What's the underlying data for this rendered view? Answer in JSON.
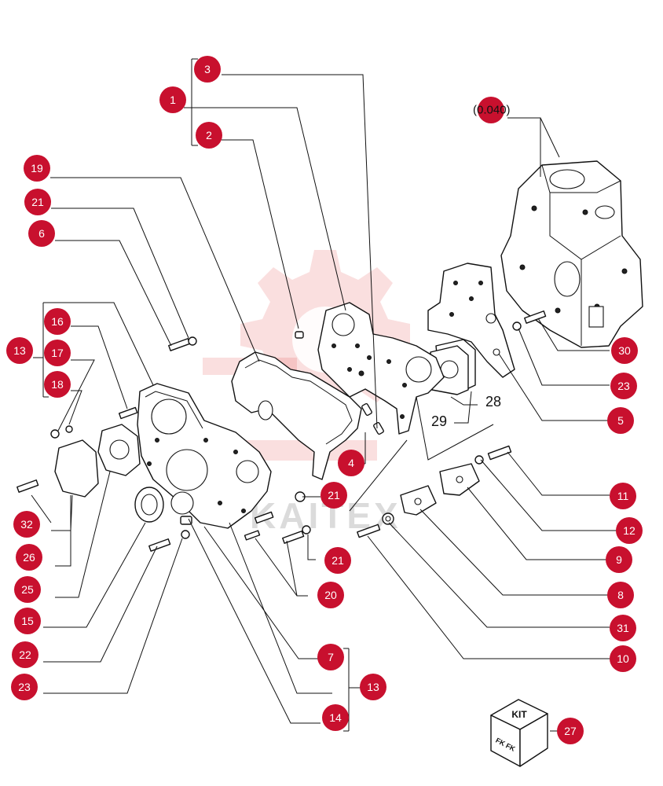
{
  "diagram": {
    "watermark": "KAITEX",
    "reference_label": "(0.040)",
    "kit_label": "KIT",
    "kit_side_mark": "FK FK",
    "callouts": [
      {
        "id": "c1",
        "label": "1"
      },
      {
        "id": "c2",
        "label": "2"
      },
      {
        "id": "c3",
        "label": "3"
      },
      {
        "id": "c4",
        "label": "4"
      },
      {
        "id": "c5",
        "label": "5"
      },
      {
        "id": "c6",
        "label": "6"
      },
      {
        "id": "c7",
        "label": "7"
      },
      {
        "id": "c8",
        "label": "8"
      },
      {
        "id": "c9",
        "label": "9"
      },
      {
        "id": "c10",
        "label": "10"
      },
      {
        "id": "c11",
        "label": "11"
      },
      {
        "id": "c12",
        "label": "12"
      },
      {
        "id": "c13a",
        "label": "13"
      },
      {
        "id": "c13b",
        "label": "13"
      },
      {
        "id": "c14",
        "label": "14"
      },
      {
        "id": "c15",
        "label": "15"
      },
      {
        "id": "c16",
        "label": "16"
      },
      {
        "id": "c17",
        "label": "17"
      },
      {
        "id": "c18",
        "label": "18"
      },
      {
        "id": "c19",
        "label": "19"
      },
      {
        "id": "c20",
        "label": "20"
      },
      {
        "id": "c21a",
        "label": "21"
      },
      {
        "id": "c21b",
        "label": "21"
      },
      {
        "id": "c21c",
        "label": "21"
      },
      {
        "id": "c22",
        "label": "22"
      },
      {
        "id": "c23a",
        "label": "23"
      },
      {
        "id": "c23b",
        "label": "23"
      },
      {
        "id": "c25",
        "label": "25"
      },
      {
        "id": "c26",
        "label": "26"
      },
      {
        "id": "c27",
        "label": "27"
      },
      {
        "id": "c30",
        "label": "30"
      },
      {
        "id": "c31",
        "label": "31"
      },
      {
        "id": "c32",
        "label": "32"
      }
    ],
    "plain_labels": [
      {
        "id": "p28",
        "label": "28"
      },
      {
        "id": "p29",
        "label": "29"
      }
    ]
  }
}
